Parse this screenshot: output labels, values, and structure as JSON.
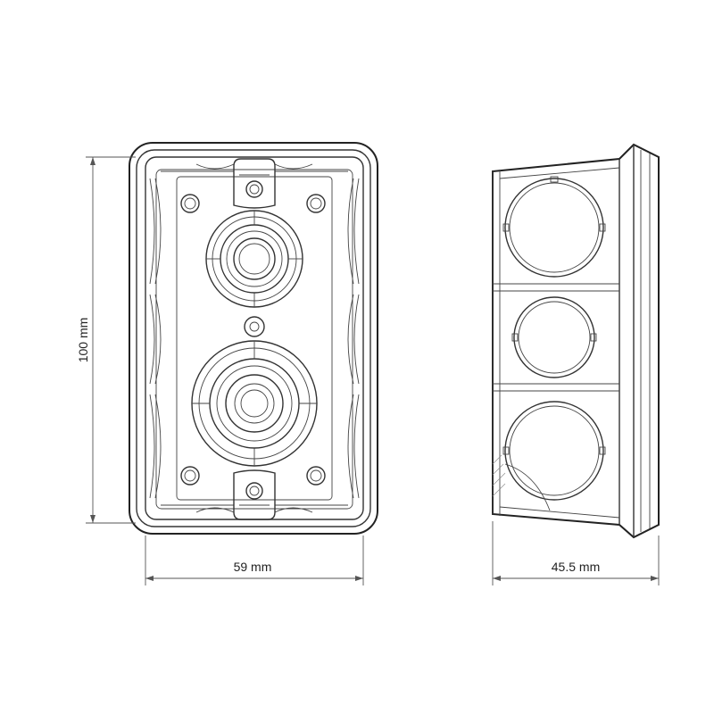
{
  "dimensions": {
    "height_label": "100 mm",
    "width_label": "59 mm",
    "depth_label": "45.5 mm"
  }
}
